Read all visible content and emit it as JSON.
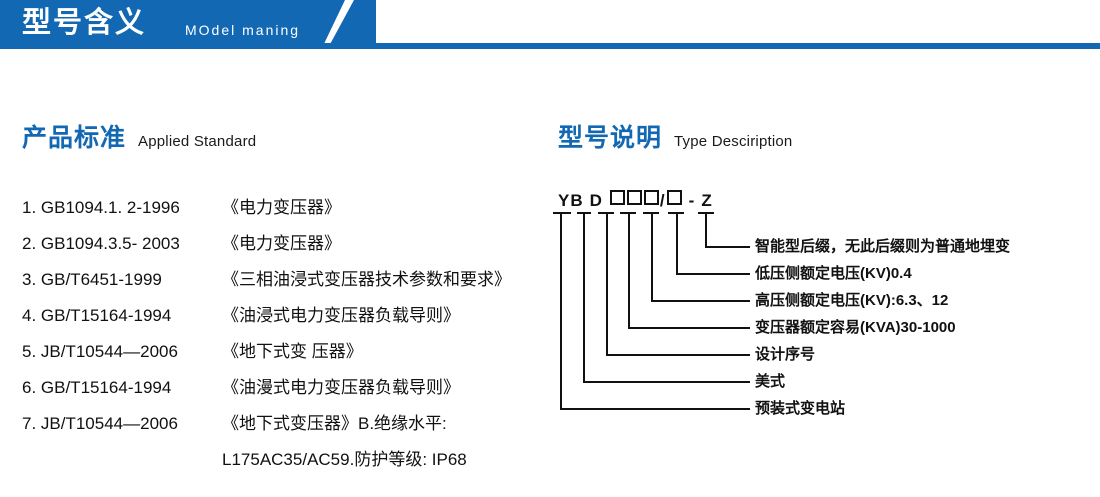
{
  "banner": {
    "title_cn": "型号含义",
    "title_en": "MOdel maning",
    "accent_color": "#1268b3"
  },
  "sections": {
    "left": {
      "title_cn": "产品标准",
      "title_en": "Applied Standard"
    },
    "right": {
      "title_cn": "型号说明",
      "title_en": "Type Desciription"
    }
  },
  "standards": {
    "items": [
      {
        "code": "1. GB1094.1. 2-1996",
        "title": "《电力变压器》"
      },
      {
        "code": "2. GB1094.3.5- 2003",
        "title": "《电力变压器》"
      },
      {
        "code": "3. GB/T6451-1999",
        "title": "《三相油浸式变压器技术参数和要求》"
      },
      {
        "code": "4. GB/T15164-1994",
        "title": "《油浸式电力变压器负载导则》"
      },
      {
        "code": "5. JB/T10544—2006",
        "title": "《地下式变 压器》"
      },
      {
        "code": "6. GB/T15164-1994",
        "title": "《油漫式电力变压器负载导则》"
      },
      {
        "code": "7. JB/T10544—2006",
        "title": "《地下式变压器》B.绝缘水平:"
      }
    ],
    "continuation": "L175AC35/AC59.防护等级: IP68"
  },
  "type_code": {
    "code_parts": [
      "YB",
      "D",
      "□",
      "□",
      "□",
      "/",
      "□",
      "-",
      "Z"
    ],
    "code_display": "YB D □□□/□ - Z",
    "legend": [
      "智能型后缀，无此后缀则为普通地埋变",
      "低压侧额定电压(KV)0.4",
      "高压侧额定电压(KV):6.3、12",
      "变压器额定容易(KVA)30-1000",
      "设计序号",
      "美式",
      "预装式变电站"
    ]
  }
}
